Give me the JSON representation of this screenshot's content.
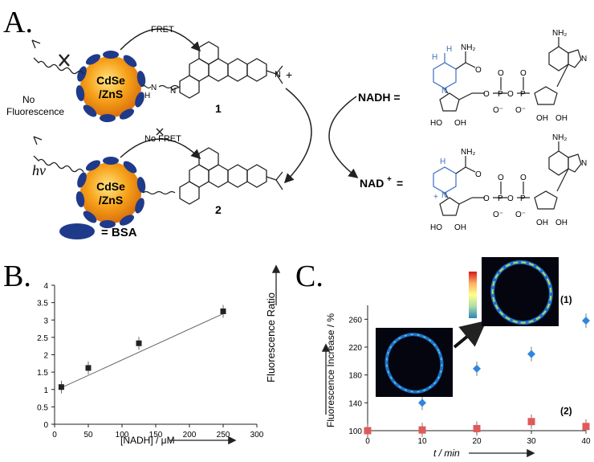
{
  "panels": {
    "a_label": "A.",
    "b_label": "B.",
    "c_label": "C."
  },
  "scheme": {
    "qd_label_1": "CdSe",
    "qd_label_2": "/ZnS",
    "fret": "FRET",
    "no_fret": "No FRET",
    "no_fluorescence_1": "No",
    "no_fluorescence_2": "Fluorescence",
    "hv": "hν",
    "bsa_legend": "= BSA",
    "compound_1": "1",
    "compound_2": "2",
    "nadh_label": "NADH =",
    "nad_label": "NAD",
    "nad_sup": "+",
    "nad_eq": "=",
    "nh2": "NH₂",
    "o": "O",
    "p": "P",
    "oh": "OH",
    "ho": "HO",
    "o_minus": "O⁻",
    "n": "N",
    "h": "H",
    "plus": "+"
  },
  "chart_data": [
    {
      "type": "scatter",
      "title": "",
      "xlabel": "[NADH] / μM",
      "ylabel": "Fluorescence Ratio",
      "xlim": [
        0,
        300
      ],
      "ylim": [
        0,
        4
      ],
      "x_ticks": [
        0,
        50,
        100,
        150,
        200,
        250,
        300
      ],
      "y_ticks": [
        0,
        0.5,
        1,
        1.5,
        2,
        2.5,
        3,
        3.5,
        4
      ],
      "x_tick_labels": [
        "0",
        "50",
        "100",
        "150",
        "200",
        "250",
        "300"
      ],
      "y_tick_labels": [
        "0",
        "0.5",
        "1",
        "1.5",
        "2",
        "2.5",
        "3",
        "3.5",
        "4"
      ],
      "points": [
        {
          "x": 10,
          "y": 1.07
        },
        {
          "x": 50,
          "y": 1.62
        },
        {
          "x": 125,
          "y": 2.33
        },
        {
          "x": 250,
          "y": 3.25
        }
      ],
      "fit_line": {
        "x": [
          10,
          250
        ],
        "y": [
          1.05,
          3.18
        ]
      },
      "grid": false
    },
    {
      "type": "scatter",
      "title": "",
      "xlabel": "t / min",
      "ylabel": "Fluorescence Increase / %",
      "xlim": [
        0,
        40
      ],
      "ylim": [
        100,
        280
      ],
      "x_ticks": [
        0,
        10,
        20,
        30,
        40
      ],
      "y_ticks": [
        100,
        140,
        180,
        220,
        260
      ],
      "x_tick_labels": [
        "0",
        "10",
        "20",
        "30",
        "40"
      ],
      "y_tick_labels": [
        "100",
        "140",
        "180",
        "220",
        "260"
      ],
      "grid": false,
      "series": [
        {
          "name": "(1)",
          "color": "#2e86de",
          "x": [
            0,
            10,
            20,
            30,
            40
          ],
          "y": [
            100,
            140,
            189,
            210,
            258
          ]
        },
        {
          "name": "(2)",
          "color": "#e05a5a",
          "x": [
            0,
            10,
            20,
            30,
            40
          ],
          "y": [
            100,
            101,
            103,
            113,
            106
          ]
        }
      ]
    }
  ]
}
